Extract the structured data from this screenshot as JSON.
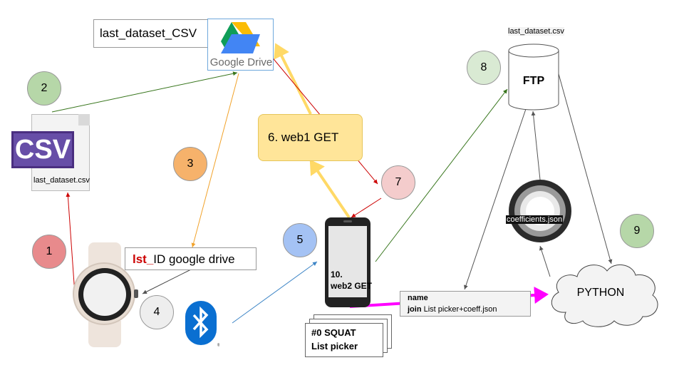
{
  "drive_label": "last_dataset_CSV",
  "drive_logo_text": "Google Drive",
  "csv_icon_text": "CSV",
  "csv_caption": "last_dataset.csv",
  "ftp_caption": "last_dataset.csv",
  "ftp_label": "FTP",
  "web1_label": "6. web1 GET",
  "lst_prefix": "lst_",
  "lst_rest": "ID google drive",
  "phone_label_line1": "10.",
  "phone_label_line2": "web2 GET",
  "list_line1": "#0 SQUAT",
  "list_line2": "List picker",
  "name_line1": "name",
  "name_line2_bold": "join",
  "name_line2_rest": " List picker+coeff.json",
  "python_label": "PYTHON",
  "json_label": "coefficients.json",
  "steps": [
    "1",
    "2",
    "3",
    "4",
    "5",
    "7",
    "8",
    "9"
  ],
  "colors": {
    "step1": "#e88a8c",
    "step2": "#a9d39e",
    "step3": "#f6b26b",
    "step4": "#eeeeee",
    "step5": "#a4c2f4",
    "step7": "#f4c7c7",
    "step8": "#b6d7a8",
    "step9": "#93c47d",
    "web1": "#ffe599",
    "magenta": "#ff00ff",
    "lst_red": "#cc0000"
  }
}
